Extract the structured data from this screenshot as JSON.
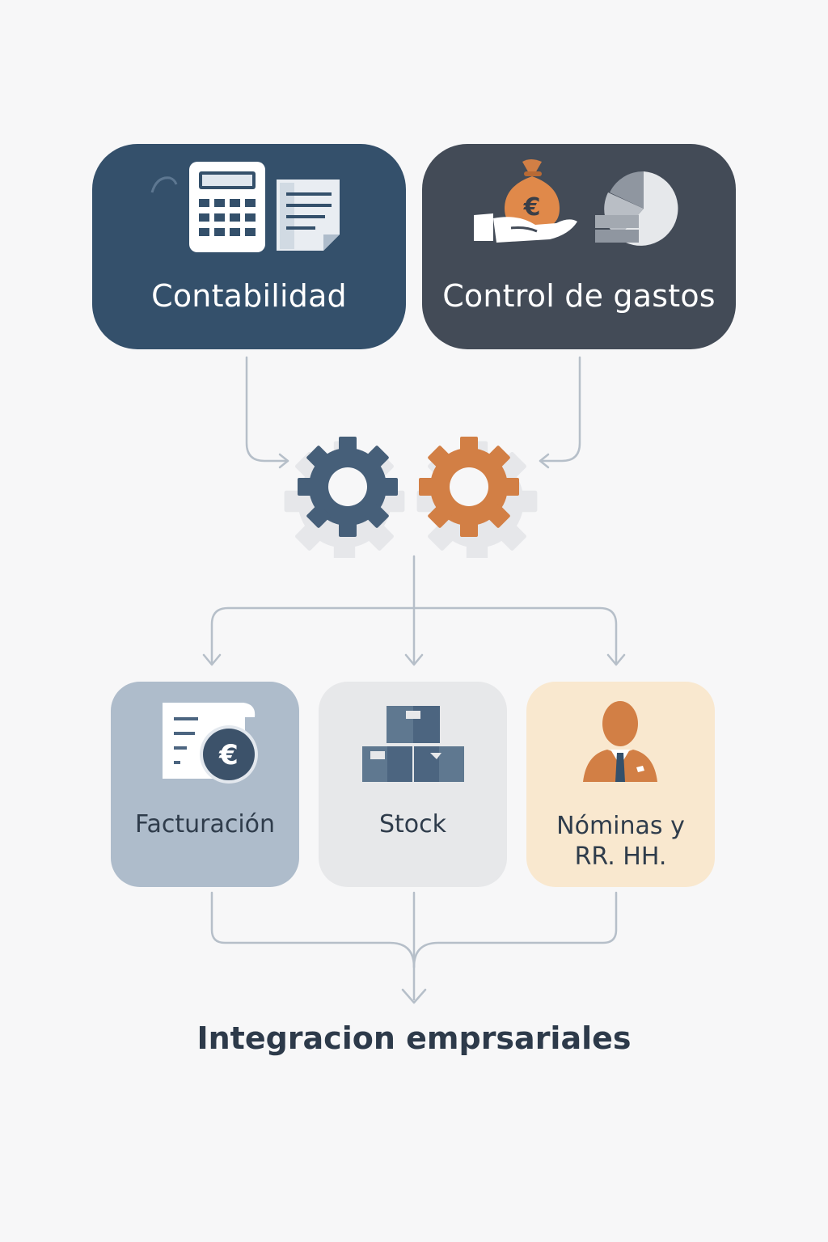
{
  "top_modules": {
    "contabilidad": {
      "label": "Contabilidad",
      "color": "#34506b",
      "icons": [
        "calculator-icon",
        "document-icon"
      ]
    },
    "control_gastos": {
      "label": "Control de gastos",
      "color": "#434b57",
      "icons": [
        "money-bag-euro-icon",
        "pie-chart-icon"
      ]
    }
  },
  "center": {
    "icons": [
      "gear-blue-icon",
      "gear-orange-icon"
    ],
    "colors": {
      "blue": "#465f79",
      "orange": "#d27f45"
    }
  },
  "sub_modules": [
    {
      "label": "Facturación",
      "color": "#aebccb",
      "icon": "invoice-euro-icon"
    },
    {
      "label": "Stock",
      "color": "#e7e8ea",
      "icon": "boxes-icon"
    },
    {
      "label": "Nóminas y RR. HH.",
      "color": "#f9e8cf",
      "icon": "employee-icon"
    }
  ],
  "footer": {
    "title": "Integracion emprsariales"
  }
}
